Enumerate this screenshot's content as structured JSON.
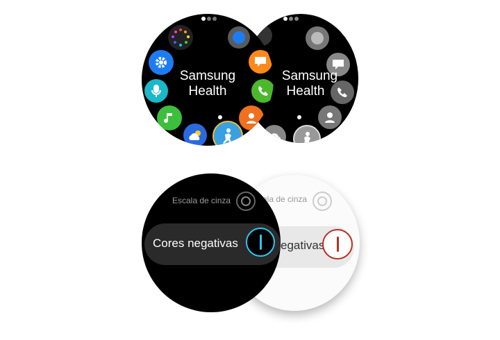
{
  "top_screens": {
    "center_label_line1": "Samsung",
    "center_label_line2": "Health",
    "apps_color": [
      "apps-launcher-icon",
      "gallery-icon",
      "settings-icon",
      "voice-icon",
      "music-icon",
      "weather-icon",
      "samsung-health-icon",
      "phone-icon",
      "contacts-icon",
      "messages-icon"
    ],
    "page_indicator_count": 3,
    "active_page_index": 0
  },
  "bottom_screens": {
    "grayscale_label": "Escala de cinza",
    "grayscale_label_partial": "ala de cinza",
    "negative_colors_label": "Cores negativas",
    "negative_colors_label_partial": "egativas",
    "negative_colors_state": "on",
    "grayscale_state": "off"
  },
  "colors": {
    "toggle_on_dark": "#2ec8f0",
    "toggle_on_light": "#b53020",
    "settings_blue": "#1e7cf2",
    "music_green": "#3cbf3c",
    "messages_orange": "#ff8a1c",
    "phone_green": "#4cb82c",
    "contacts_orange": "#f07020"
  }
}
